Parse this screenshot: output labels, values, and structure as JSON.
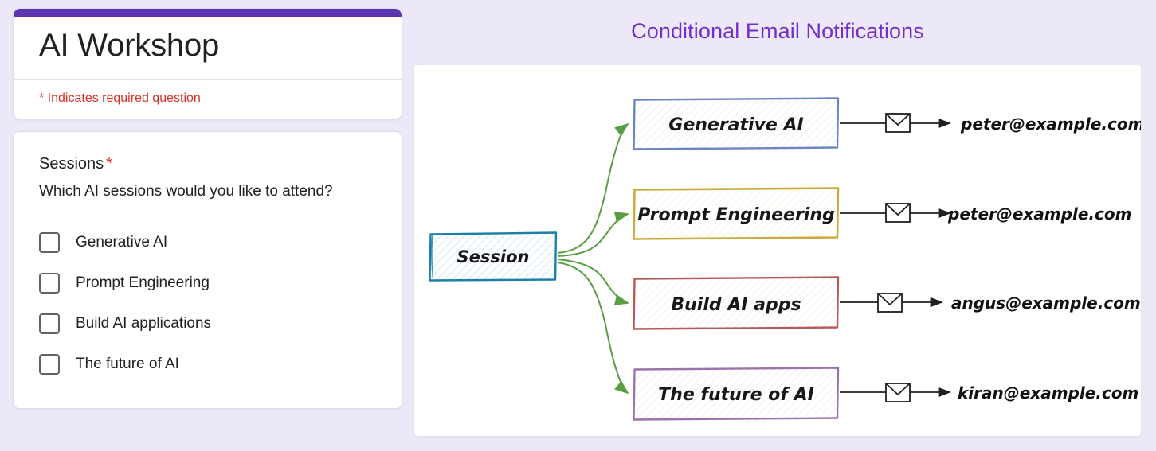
{
  "page": {
    "background_color": "#ece8f8"
  },
  "form": {
    "accent_color": "#5c35b0",
    "title": "AI Workshop",
    "required_note": "* Indicates required question",
    "question": {
      "label": "Sessions",
      "required_marker": "*",
      "required_color": "#d93025",
      "description": "Which AI sessions would you like to attend?",
      "options": [
        {
          "label": "Generative AI",
          "checked": false
        },
        {
          "label": "Prompt Engineering",
          "checked": false
        },
        {
          "label": "Build AI applications",
          "checked": false
        },
        {
          "label": "The future of AI",
          "checked": false
        }
      ]
    }
  },
  "diagram": {
    "title": "Conditional Email Notifications",
    "title_color": "#7230c9",
    "canvas_color": "#ffffff",
    "source_node": {
      "label": "Session",
      "stroke": "#1b7fa8",
      "fill": "#e8f4fa"
    },
    "connector_color": "#5a9e43",
    "arrow_color": "#1f1f1f",
    "branches": [
      {
        "node_label": "Generative AI",
        "node_stroke": "#6b85c4",
        "node_fill": "#f3f6fc",
        "icon": "envelope-icon",
        "email": "peter@example.com"
      },
      {
        "node_label": "Prompt Engineering",
        "node_stroke": "#ccab3e",
        "node_fill": "#fdfbef",
        "icon": "envelope-icon",
        "email": "peter@example.com"
      },
      {
        "node_label": "Build AI apps",
        "node_stroke": "#b55a5a",
        "node_fill": "#fdf2f2",
        "icon": "envelope-icon",
        "email": "angus@example.com"
      },
      {
        "node_label": "The future of AI",
        "node_stroke": "#9a73ad",
        "node_fill": "#f8f4fa",
        "icon": "envelope-icon",
        "email": "kiran@example.com"
      }
    ]
  }
}
